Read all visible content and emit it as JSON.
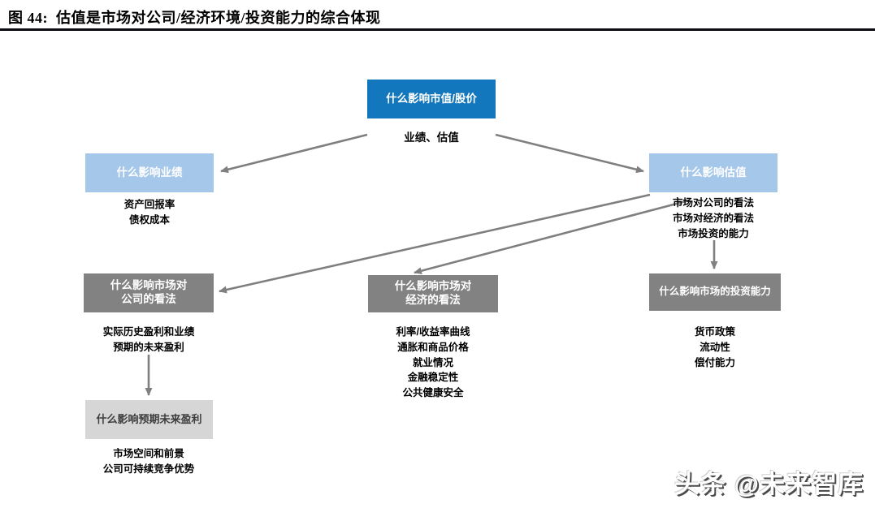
{
  "header": {
    "label": "图 44:",
    "title": "估值是市场对公司/经济环境/投资能力的综合体现"
  },
  "nodes": {
    "root": {
      "label": "什么影响市值/股价"
    },
    "root_note": "业绩、估值",
    "performance": {
      "label": "什么影响业绩",
      "notes": [
        "资产回报率",
        "债权成本"
      ]
    },
    "valuation": {
      "label": "什么影响估值",
      "notes": [
        "市场对公司的看法",
        "市场对经济的看法",
        "市场投资的能力"
      ]
    },
    "company_view": {
      "label_line1": "什么影响市场对",
      "label_line2": "公司的看法",
      "notes": [
        "实际历史盈利和业绩",
        "预期的未来盈利"
      ]
    },
    "economy_view": {
      "label_line1": "什么影响市场对",
      "label_line2": "经济的看法",
      "notes": [
        "利率/收益率曲线",
        "通胀和商品价格",
        "就业情况",
        "金融稳定性",
        "公共健康安全"
      ]
    },
    "invest_ability": {
      "label": "什么影响市场的投资能力",
      "notes": [
        "货币政策",
        "流动性",
        "偿付能力"
      ]
    },
    "future_profit": {
      "label": "什么影响预期未来盈利",
      "notes": [
        "市场空间和前景",
        "公司可持续竞争优势"
      ]
    }
  },
  "watermark": "头条 @未来智库",
  "colors": {
    "primary_blue": "#1377bd",
    "light_blue": "#a5c7e9",
    "mid_gray": "#828282",
    "light_gray": "#d6d6d6",
    "arrow_gray": "#7f7f7f",
    "rule_black": "#0b0b14",
    "ink": "#000000"
  }
}
